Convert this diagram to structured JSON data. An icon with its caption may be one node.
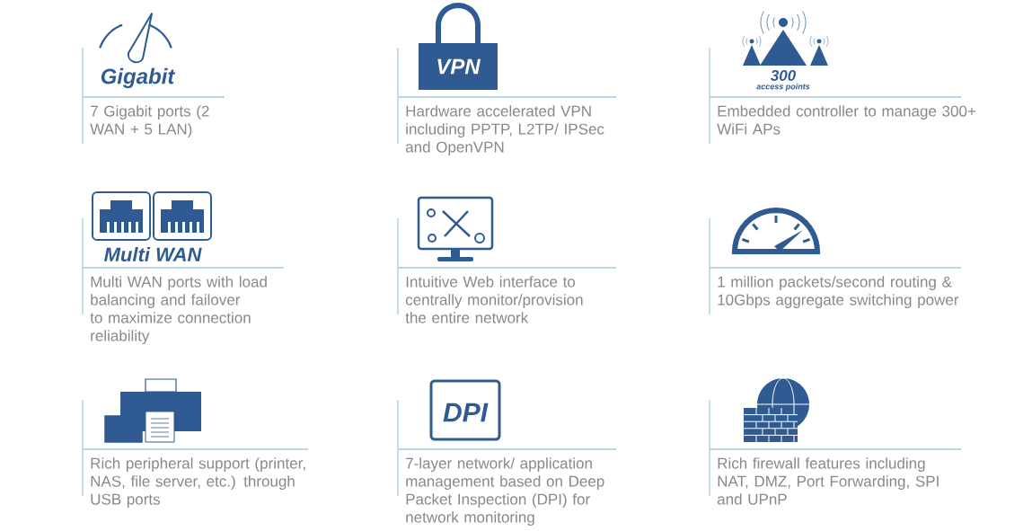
{
  "diagram": {
    "nodes": [
      {
        "text": [
          "Gigabit",
          "7 Gigabit ports (2 WAN + 5 LAN)"
        ]
      },
      {
        "text": [
          "VPN",
          "Hardware accelerated VPN including PPTP, L2TP/ IPSec and OpenVPN"
        ]
      },
      {
        "text": [
          "300",
          "access points",
          "Embedded controller to manage 300+ WiFi APs"
        ]
      },
      {
        "text": [
          "Multi WAN",
          "Multi WAN ports with load balancing and failover to maximize connection reliability"
        ]
      },
      {
        "text": [
          "Intuitive Web interface to centrally monitor/provision the entire network"
        ]
      },
      {
        "text": [
          "1 million packets/second routing & 10Gbps aggregate switching power"
        ]
      },
      {
        "text": [
          "Rich peripheral support (printer, NAS, file server, etc.) through USB ports"
        ]
      },
      {
        "text": [
          "DPI",
          "7-layer network/ application management based on Deep Packet Inspection (DPI) for network monitoring"
        ]
      },
      {
        "text": [
          "Rich firewall features including NAT, DMZ, Port Forwarding, SPI and UPnP"
        ]
      }
    ]
  }
}
